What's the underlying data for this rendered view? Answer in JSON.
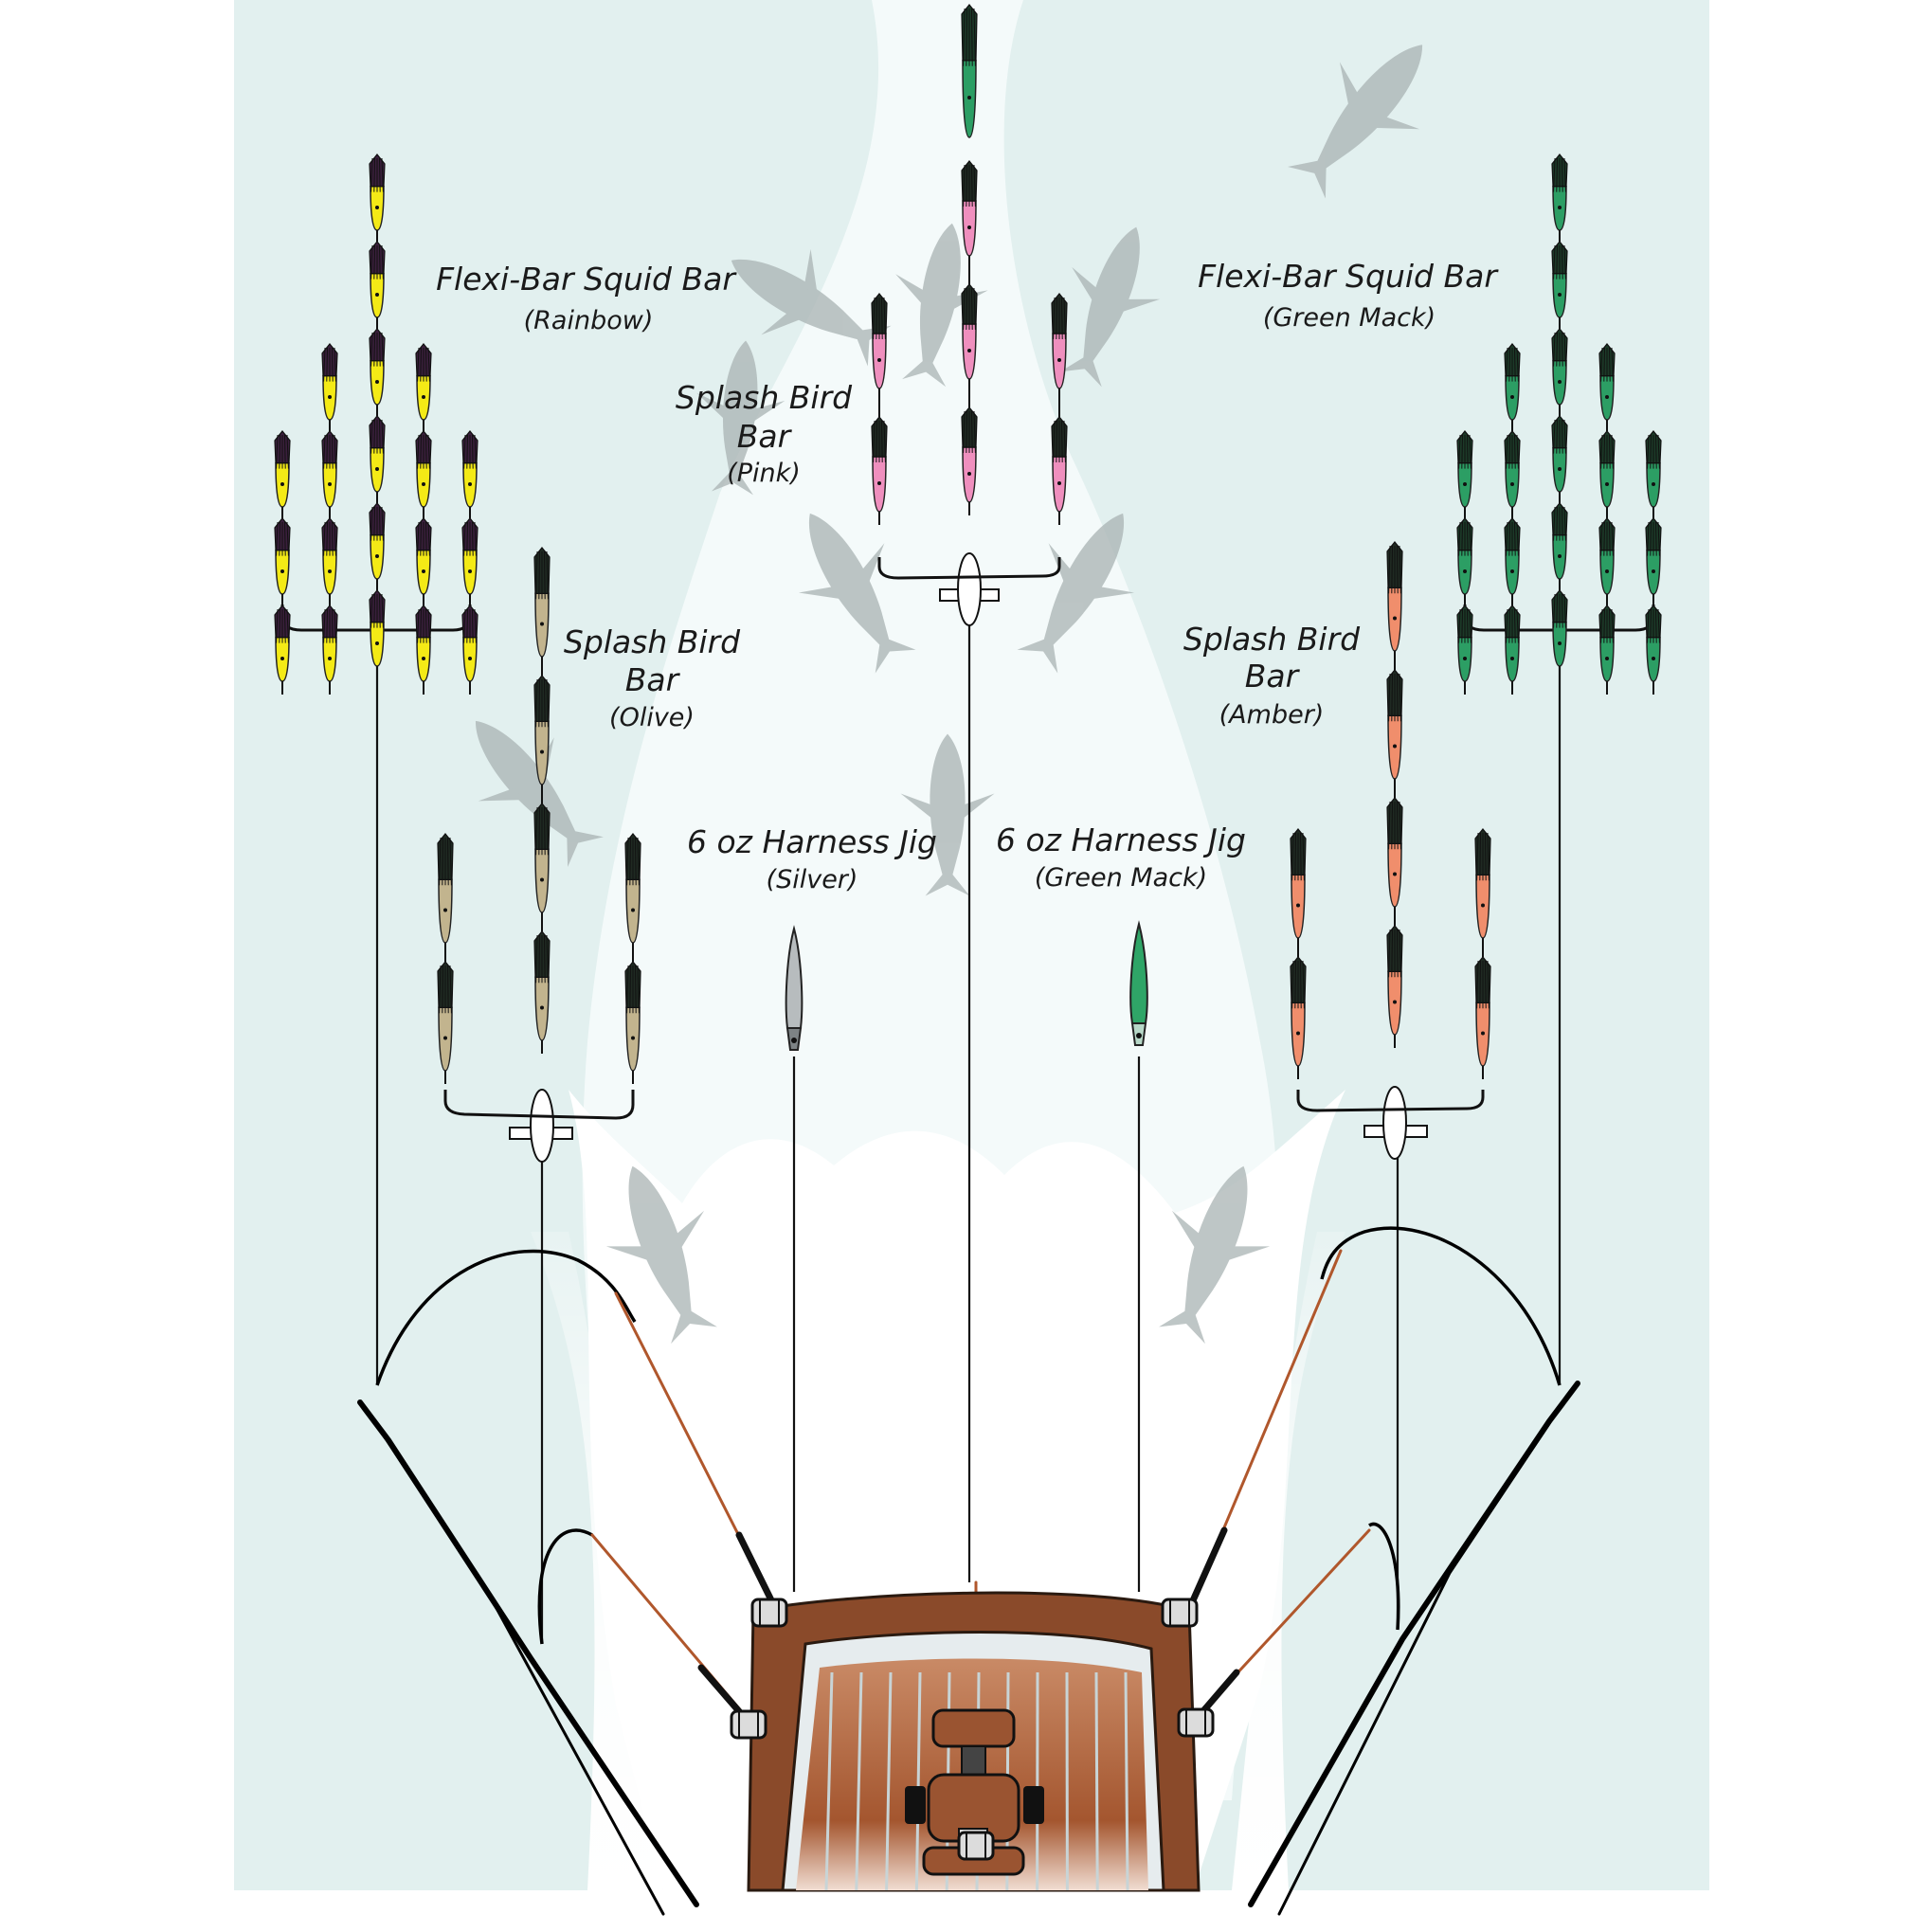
{
  "labels": {
    "flexi_rainbow": {
      "title": "Flexi-Bar Squid Bar",
      "color": "(Rainbow)"
    },
    "flexi_green": {
      "title": "Flexi-Bar Squid Bar",
      "color": "(Green Mack)"
    },
    "splash_pink": {
      "line1": "Splash Bird",
      "line2": "Bar",
      "color": "(Pink)"
    },
    "splash_olive": {
      "line1": "Splash Bird",
      "line2": "Bar",
      "color": "(Olive)"
    },
    "splash_amber": {
      "line1": "Splash Bird",
      "line2": "Bar",
      "color": "(Amber)"
    },
    "jig_silver": {
      "title": "6 oz Harness Jig",
      "color": "(Silver)"
    },
    "jig_green": {
      "title": "6 oz Harness Jig",
      "color": "(Green Mack)"
    }
  },
  "colors": {
    "water": "#e2f0ef",
    "fish_shadow": "#a9b3b3",
    "wake": "#ffffff",
    "rainbow_body": "#f4ea16",
    "rainbow_head": "#3a1f3c",
    "green_mack_body": "#2c9e64",
    "green_mack_head": "#1c3a28",
    "pink_body": "#ef8fbe",
    "olive_body": "#c2b48e",
    "amber_body": "#f08e6c",
    "boat_wood": "#8a4a2a",
    "boat_deck": "#b26a44",
    "line": "#111111",
    "rod": "#b0572c"
  },
  "icons": [
    "squid-lure-icon",
    "harness-jig-icon",
    "bird-teaser-icon",
    "fish-shadow-icon",
    "boat-icon",
    "fishing-rod-icon",
    "reel-icon"
  ]
}
